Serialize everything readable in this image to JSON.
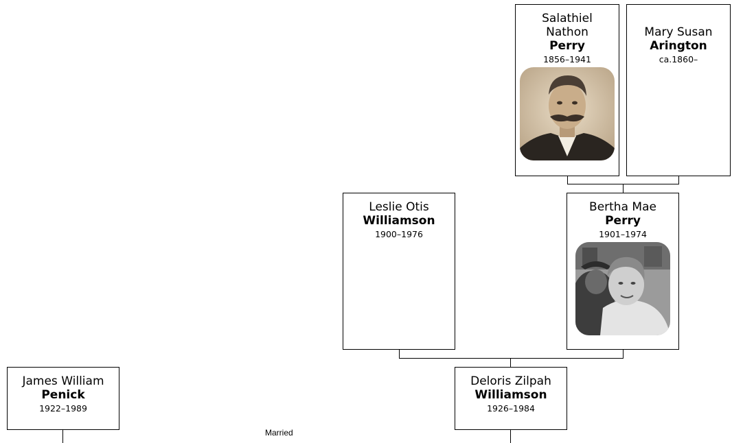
{
  "people": {
    "salathiel": {
      "given": "Salathiel Nathon",
      "surname": "Perry",
      "dates": "1856–1941",
      "photo": "portrait-photo"
    },
    "mary": {
      "given": "Mary Susan",
      "surname": "Arington",
      "dates": "ca.1860–"
    },
    "leslie": {
      "given": "Leslie Otis",
      "surname": "Williamson",
      "dates": "1900–1976"
    },
    "bertha": {
      "given": "Bertha Mae",
      "surname": "Perry",
      "dates": "1901–1974",
      "photo": "portrait-photo"
    },
    "james": {
      "given": "James William",
      "surname": "Penick",
      "dates": "1922–1989"
    },
    "deloris": {
      "given": "Deloris Zilpah",
      "surname": "Williamson",
      "dates": "1926–1984"
    }
  },
  "relationship_label": "Married"
}
